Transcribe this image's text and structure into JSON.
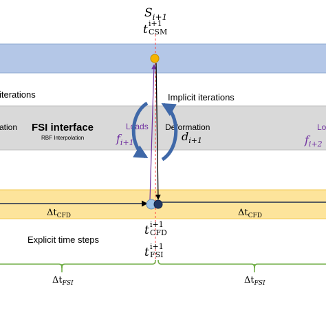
{
  "csm_label": {
    "base": "S",
    "sub": "i+1"
  },
  "t_csm": {
    "base": "t",
    "sup": "i+1",
    "sub": "CSM"
  },
  "left_iterations": "iterations",
  "implicit_iterations": "Implicit iterations",
  "fsi_interface": {
    "left_cut": "ation",
    "title": "FSI interface",
    "subtitle": "RBF Interpolation"
  },
  "loads": {
    "label": "Loads",
    "sym": "f",
    "sub": "i+1"
  },
  "deformation": {
    "label": "Deformation",
    "sym": "d",
    "sub": "i+1"
  },
  "right_loads": {
    "label": "Lo",
    "sym": "f",
    "sub": "i+2"
  },
  "cfd_step": {
    "base": "Δt",
    "sub": "CFD"
  },
  "t_cfd": {
    "base": "t",
    "sup": "i+1",
    "sub": "CFD"
  },
  "explicit_time_steps": "Explicit time steps",
  "t_fsi": {
    "base": "t",
    "sup": "i+1",
    "sub": "FSI"
  },
  "fsi_step": {
    "base": "Δt",
    "sub": "FSI"
  },
  "colors": {
    "csm_band": "#b4c7e7",
    "fsi_band": "#d9d9d9",
    "cfd_band": "#fde49b",
    "bracket": "#70ad47",
    "purple": "#7030a0",
    "arc": "#3f68a8",
    "dashed": "#ff4040"
  }
}
